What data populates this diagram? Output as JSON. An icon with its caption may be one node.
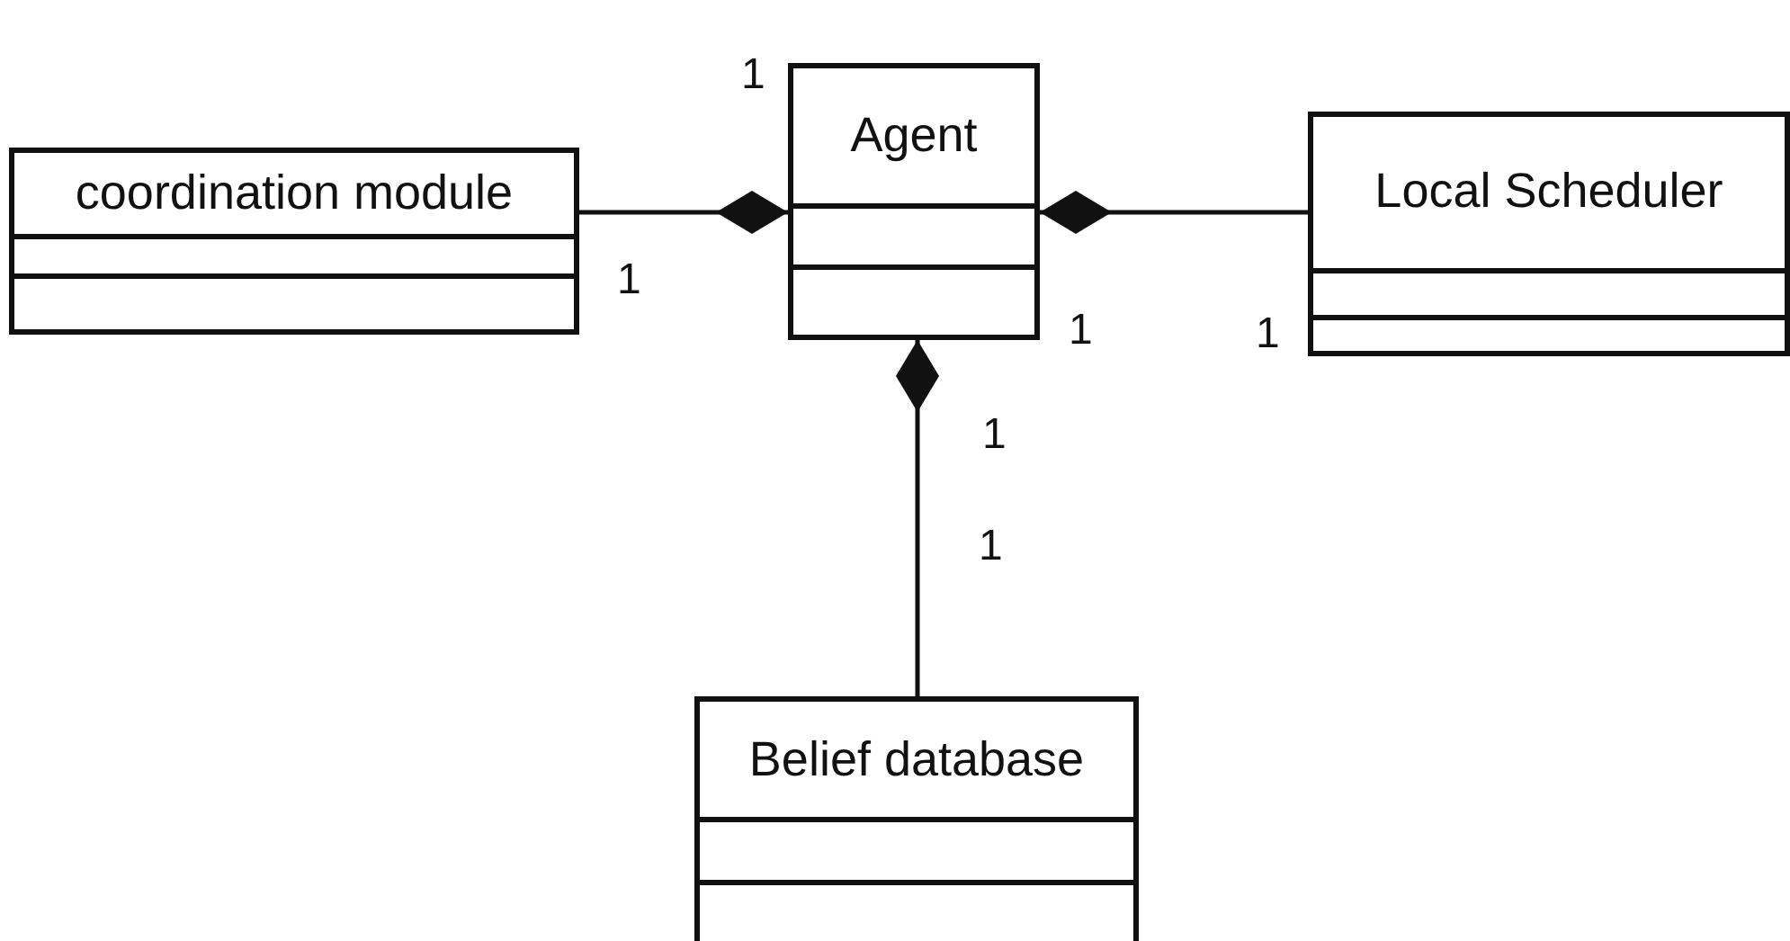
{
  "diagram": {
    "nodes": [
      {
        "text": [
          "coordination module"
        ]
      },
      {
        "text": [
          "Agent"
        ]
      },
      {
        "text": [
          "Local Scheduler"
        ]
      },
      {
        "text": [
          "Belief database"
        ]
      }
    ],
    "edges": [
      {
        "from": 1,
        "to": 0,
        "arrow": "other"
      },
      {
        "from": 1,
        "to": 2,
        "arrow": "other"
      },
      {
        "from": 1,
        "to": 3,
        "arrow": "other"
      }
    ],
    "labels": [
      "1",
      "1",
      "1",
      "1",
      "1",
      "1"
    ]
  }
}
